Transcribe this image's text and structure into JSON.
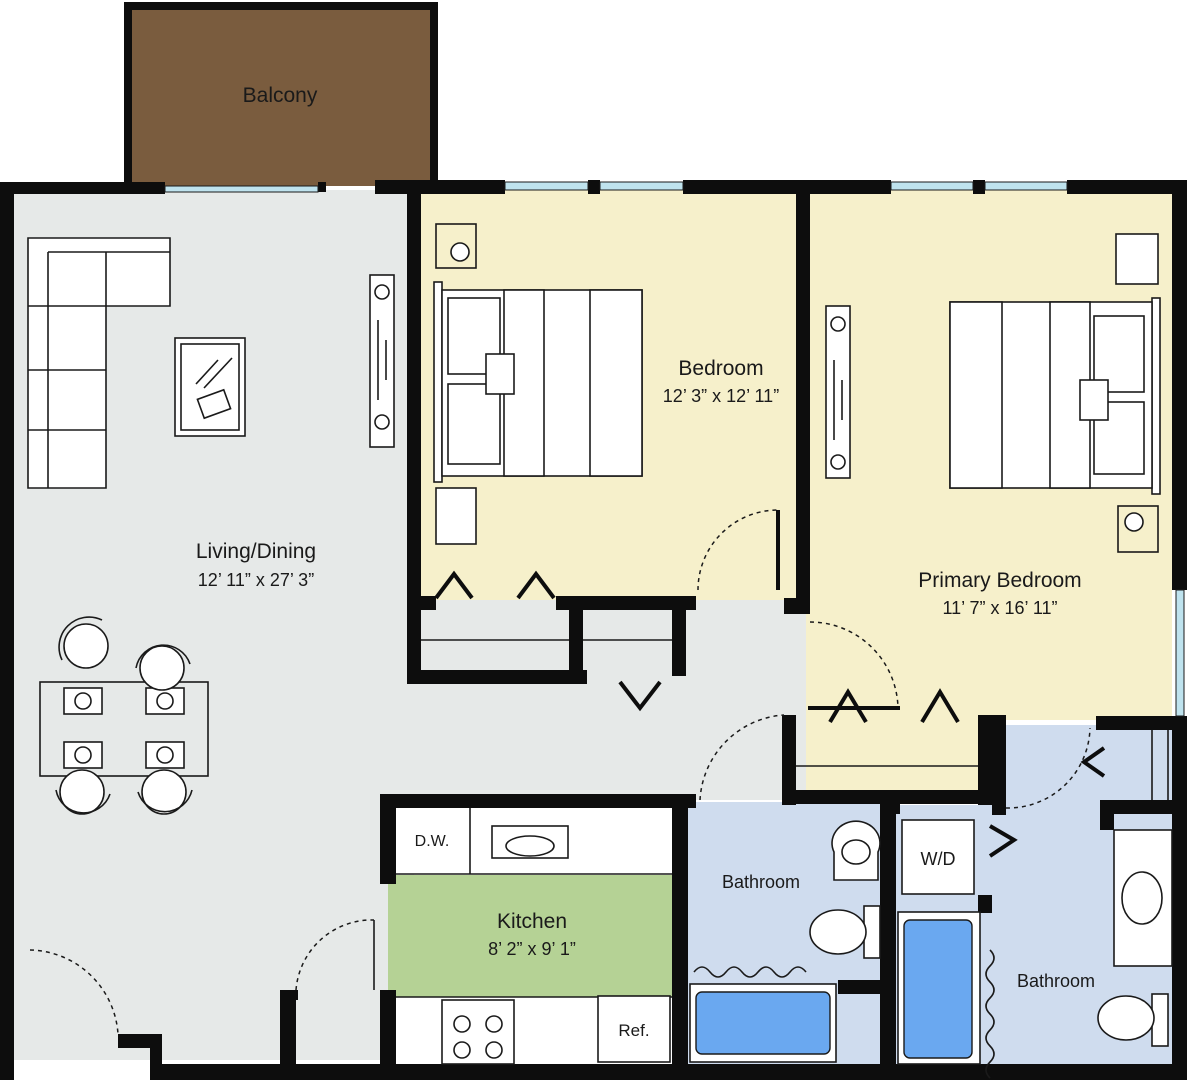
{
  "rooms": {
    "balcony": {
      "name": "Balcony"
    },
    "living": {
      "name": "Living/Dining",
      "dims": "12’ 11” x 27’ 3”"
    },
    "bedroom": {
      "name": "Bedroom",
      "dims": "12’ 3” x 12’ 11”"
    },
    "primary": {
      "name": "Primary Bedroom",
      "dims": "11’ 7” x 16’ 11”"
    },
    "kitchen": {
      "name": "Kitchen",
      "dims": "8’ 2” x 9’ 1”"
    },
    "bath1": {
      "name": "Bathroom"
    },
    "bath2": {
      "name": "Bathroom"
    }
  },
  "fixtures": {
    "dishwasher": "D.W.",
    "washer_dryer": "W/D",
    "refrigerator": "Ref."
  },
  "colors": {
    "balcony": "#7a5c3e",
    "living": "#e6e9e8",
    "bedroom": "#f6f0cb",
    "kitchen": "#b5d295",
    "bathroom": "#cfdcee",
    "tub": "#6aa8f0",
    "wall": "#0d0d0d"
  }
}
